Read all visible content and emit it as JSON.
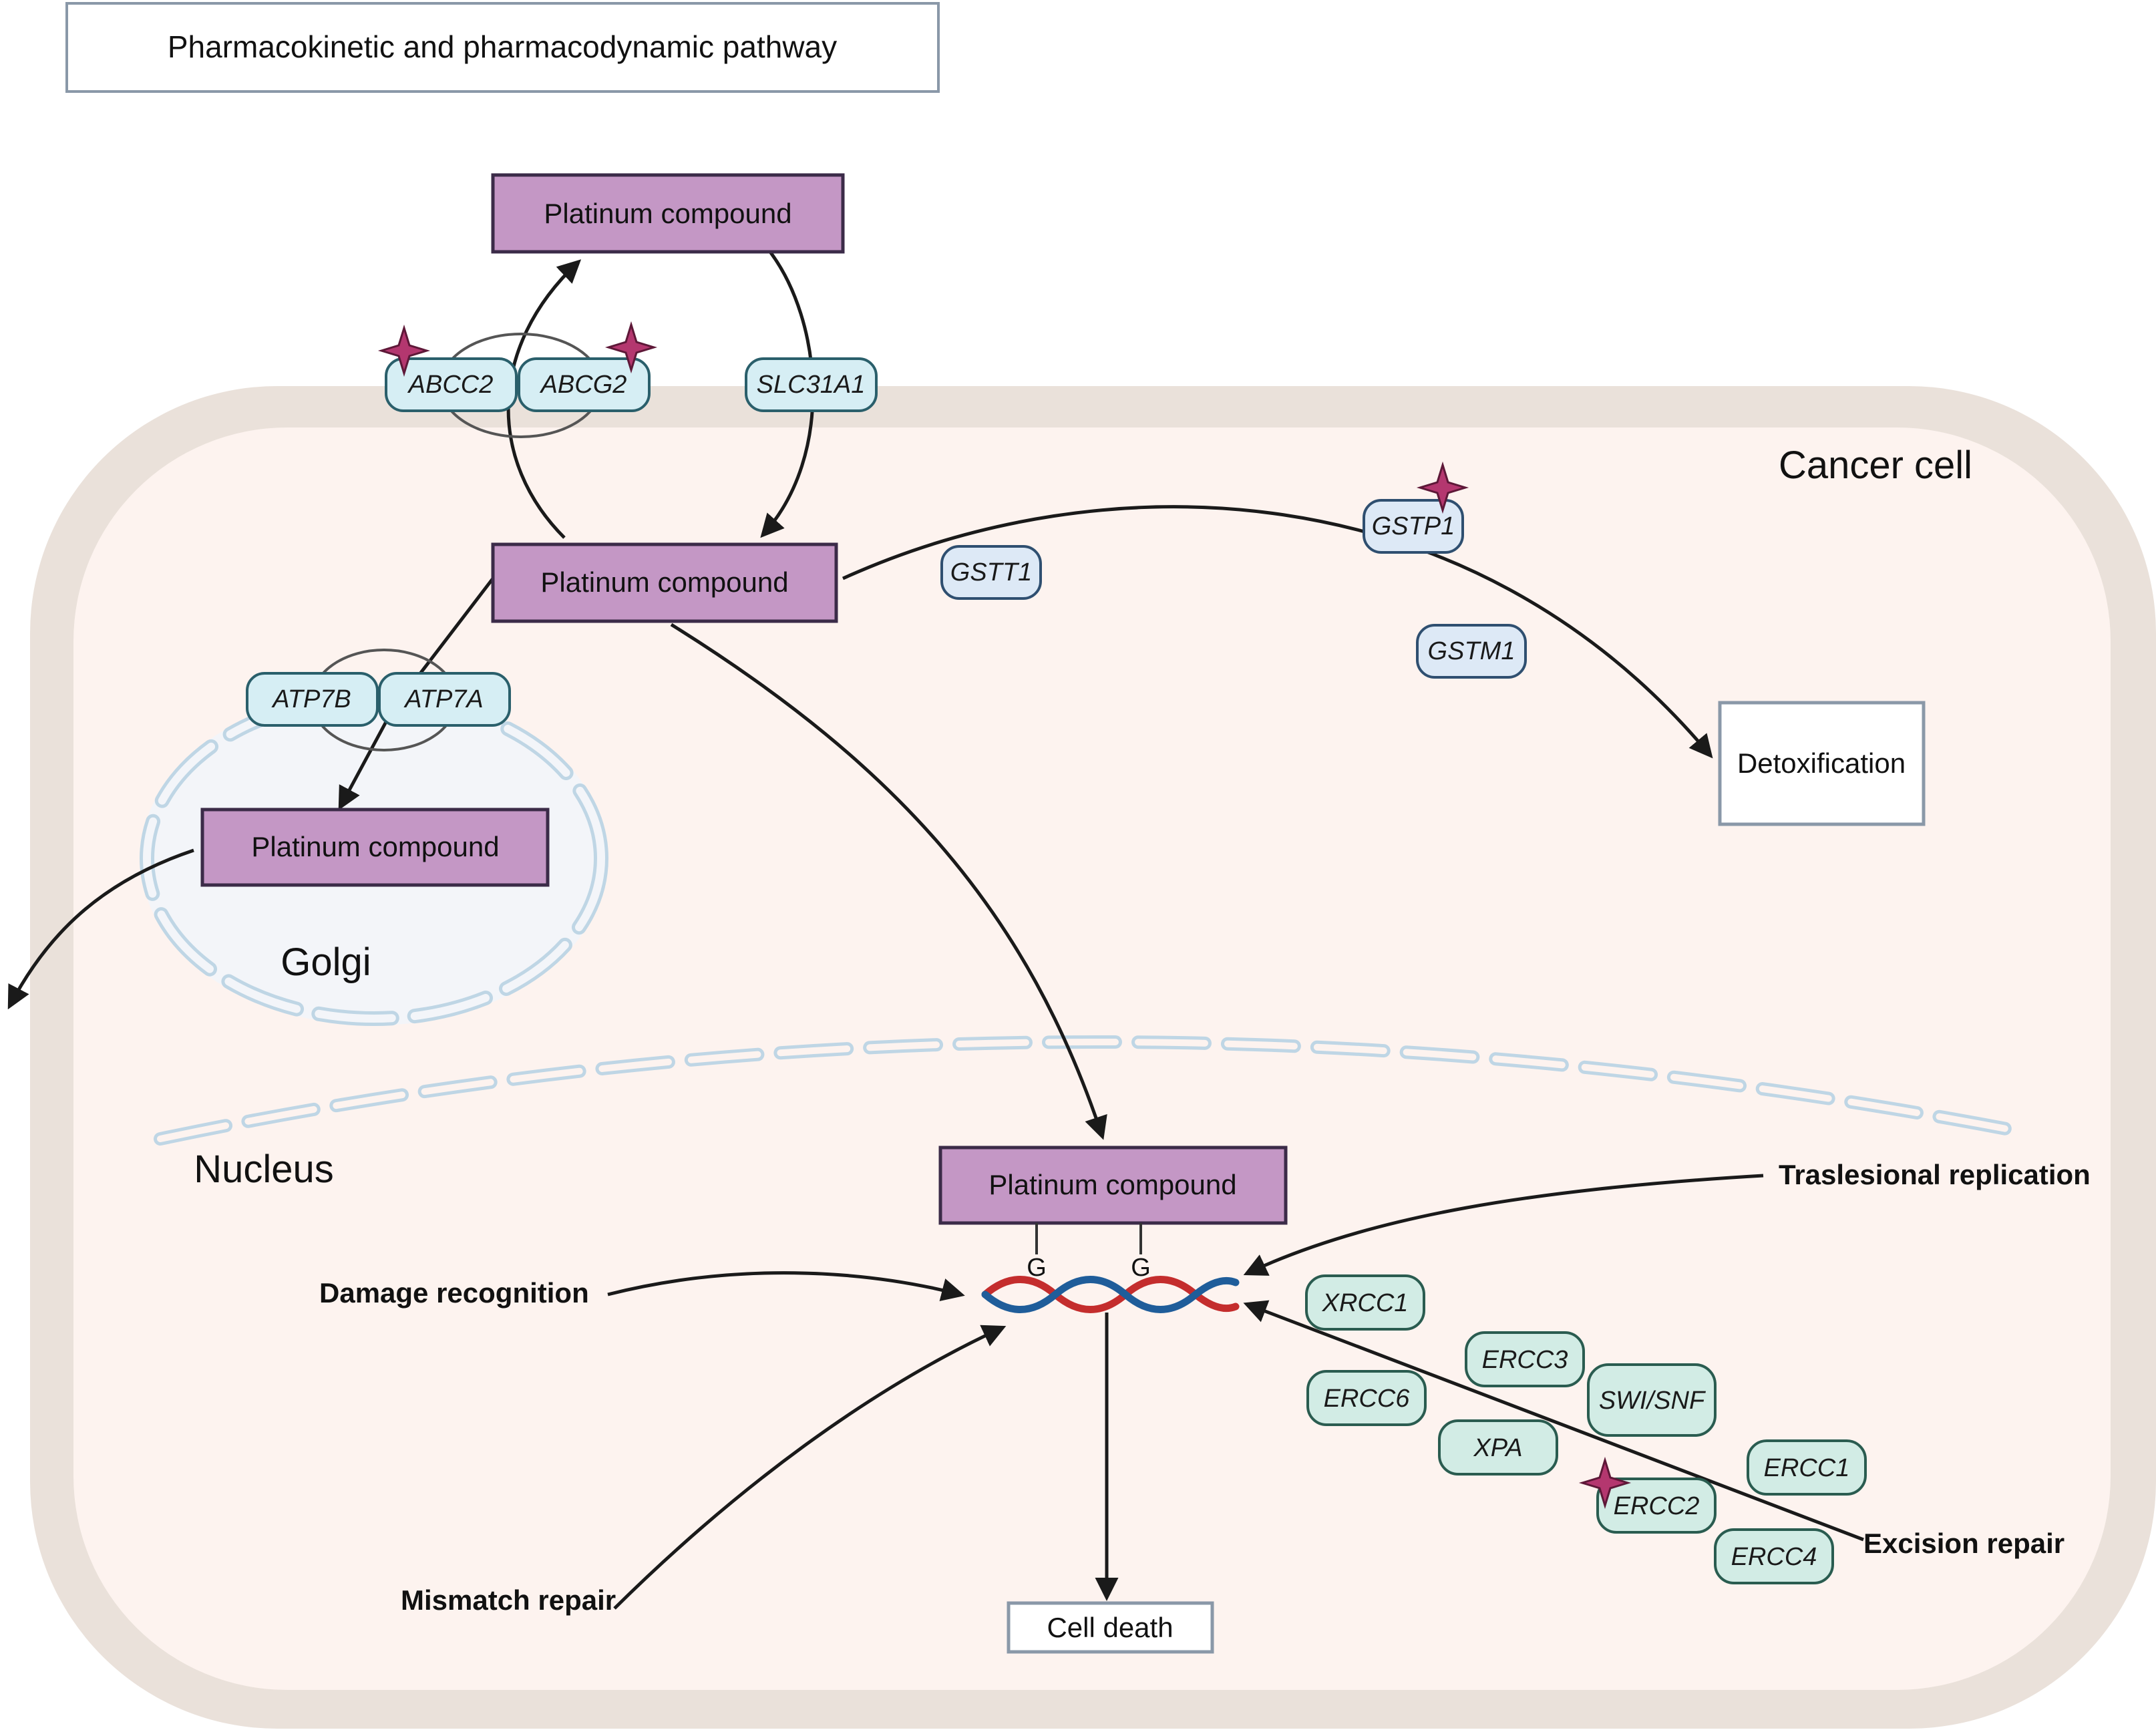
{
  "title": "Pharmacokinetic and pharmacodynamic pathway",
  "regions": {
    "cancer_cell": "Cancer cell",
    "golgi": "Golgi",
    "nucleus": "Nucleus"
  },
  "compounds": {
    "extracellular": "Platinum compound",
    "cytoplasm": "Platinum compound",
    "golgi": "Platinum compound",
    "nucleus": "Platinum compound"
  },
  "outcomes": {
    "detoxification": "Detoxification",
    "cell_death": "Cell death"
  },
  "transporters": {
    "abcc2": "ABCC2",
    "abcg2": "ABCG2",
    "slc31a1": "SLC31A1",
    "atp7b": "ATP7B",
    "atp7a": "ATP7A"
  },
  "detox_enzymes": {
    "gstp1": "GSTP1",
    "gstt1": "GSTT1",
    "gstm1": "GSTM1"
  },
  "repair_genes": {
    "xrcc1": "XRCC1",
    "ercc3": "ERCC3",
    "ercc6": "ERCC6",
    "swi_snf": "SWI/SNF",
    "xpa": "XPA",
    "ercc1": "ERCC1",
    "ercc2": "ERCC2",
    "ercc4": "ERCC4"
  },
  "dna": {
    "guanine_left": "G",
    "guanine_right": "G"
  },
  "processes": {
    "translesional": "Traslesional replication",
    "damage_recognition": "Damage recognition",
    "mismatch_repair": "Mismatch repair",
    "excision_repair": "Excision repair"
  },
  "colors": {
    "compound_fill": "#c497c5",
    "compound_border": "#3b2b48",
    "cell_outer": "#eae1da",
    "cell_inner": "#fdf3ef",
    "transporter_fill": "#d6eef4",
    "detox_fill": "#dde9f6",
    "repair_fill": "#d2ece5",
    "marker": "#b4376f",
    "dna_red": "#c42d2d",
    "dna_blue": "#1f5d9a"
  }
}
